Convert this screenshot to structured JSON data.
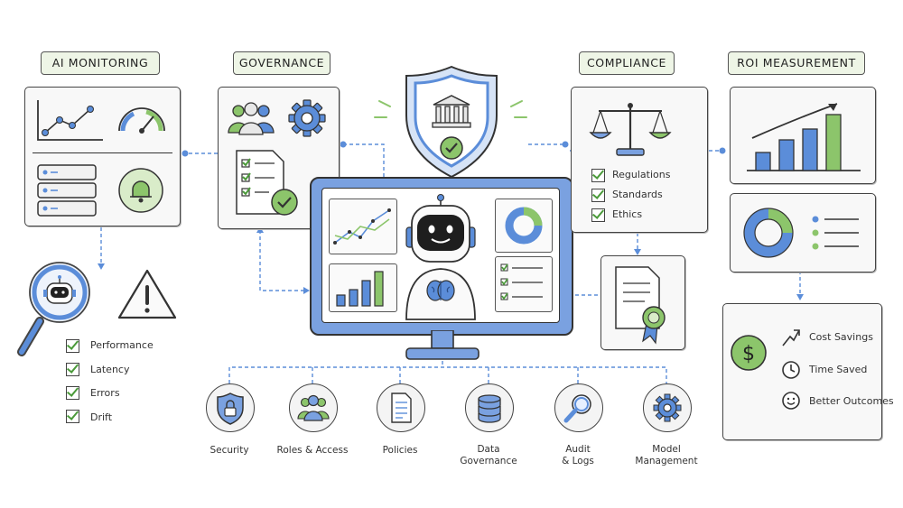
{
  "headers": {
    "ai_monitoring": "AI MONITORING",
    "governance": "GOVERNANCE",
    "compliance": "COMPLIANCE",
    "roi_measurement": "ROI MEASUREMENT"
  },
  "monitoring_checklist": [
    "Performance",
    "Latency",
    "Errors",
    "Drift"
  ],
  "compliance_checklist": [
    "Regulations",
    "Standards",
    "Ethics"
  ],
  "roi_items": [
    "Cost Savings",
    "Time Saved",
    "Better Outcomes"
  ],
  "bottom_items": [
    {
      "label": "Security",
      "icon": "shield-lock-icon"
    },
    {
      "label": "Roles & Access",
      "icon": "people-icon"
    },
    {
      "label": "Policies",
      "icon": "document-icon"
    },
    {
      "label": "Data\nGovernance",
      "icon": "database-icon"
    },
    {
      "label": "Audit\n& Logs",
      "icon": "magnifier-icon"
    },
    {
      "label": "Model\nManagement",
      "icon": "gear-icon"
    }
  ],
  "colors": {
    "blue": "#5b8dd9",
    "green": "#8cc56b",
    "outline": "#444444",
    "tag_bg": "#eef5e6"
  }
}
